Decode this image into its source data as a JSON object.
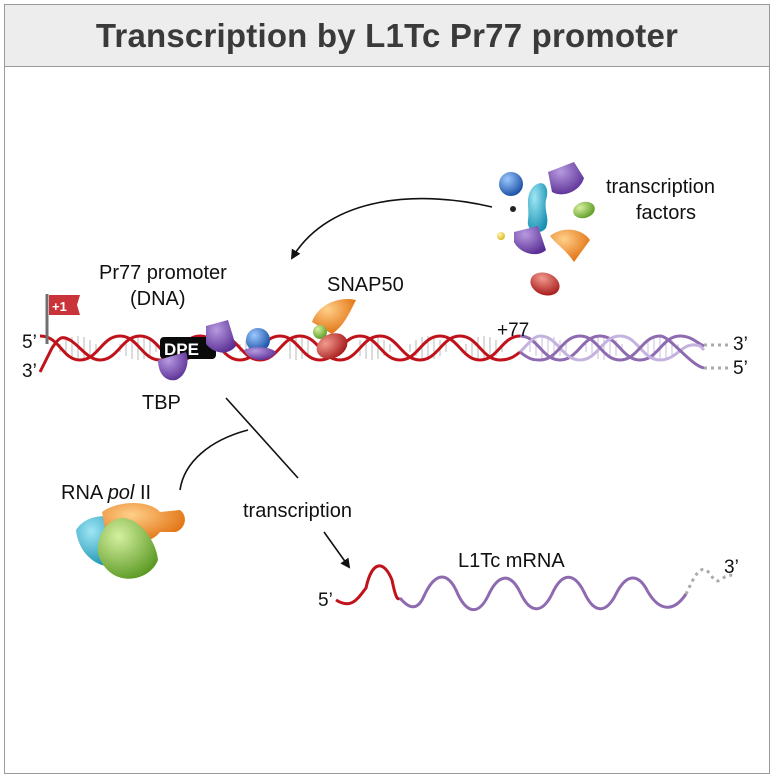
{
  "title": "Transcription by L1Tc Pr77 promoter",
  "labels": {
    "transcription_factors_line1": "transcription",
    "transcription_factors_line2": "factors",
    "promoter_line1": "Pr77 promoter",
    "promoter_line2": "(DNA)",
    "snap50": "SNAP50",
    "plus_one": "+1",
    "plus_77": "+77",
    "dpe": "DPE",
    "tbp": "TBP",
    "rna_pol_prefix": "RNA ",
    "rna_pol_italic": "pol",
    "rna_pol_suffix": " II",
    "transcription": "transcription",
    "mrna": "L1Tc mRNA",
    "dna_left_top": "5’",
    "dna_left_bottom": "3’",
    "dna_right_top": "3’",
    "dna_right_bottom": "5’",
    "mrna_left": "5’",
    "mrna_right": "3’"
  },
  "colors": {
    "promoter_dna": "#c0121a",
    "downstream_dna": "#8e6bb0",
    "title_bg": "#ededed",
    "tf_purple": "#7b4bb0",
    "tf_blue": "#2f6fc8",
    "tf_cyan": "#2bb3cf",
    "tf_orange": "#f08a1d",
    "tf_green": "#7fb83a",
    "tf_red": "#c82a2a"
  }
}
